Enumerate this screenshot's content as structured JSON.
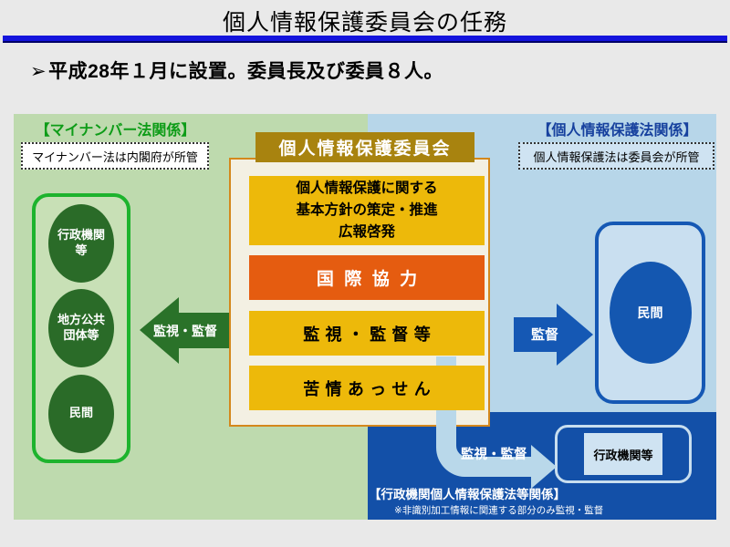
{
  "slide": {
    "title": "個人情報保護委員会の任務",
    "bullet_marker": "➢",
    "bullet_text": "平成28年１月に設置。委員長及び委員８人。"
  },
  "mynumber_section": {
    "header": "【マイナンバー法関係】",
    "note": "マイナンバー法は内閣府が所管",
    "entities": [
      "行政機関等",
      "地方公共団体等",
      "民間"
    ],
    "arrow_label": "監視・監督"
  },
  "committee": {
    "header": "個人情報保護委員会",
    "task_policy_lines": [
      "個人情報保護に関する",
      "基本方針の策定・推進",
      "広報啓発"
    ],
    "task_international": "国際協力",
    "task_monitoring": "監視・監督等",
    "task_complaints": "苦情あっせん"
  },
  "ppc_law_section": {
    "header": "【個人情報保護法関係】",
    "note": "個人情報保護法は委員会が所管",
    "arrow_label": "監督",
    "entity": "民間"
  },
  "admin_law_section": {
    "arrow_label": "監視・監督",
    "entity": "行政機関等",
    "header": "【行政機関個人情報保護法等関係】",
    "note": "※非識別加工情報に関連する部分のみ監視・監督"
  },
  "colors": {
    "title_rule_blue": "#1414dd",
    "title_rule_navy": "#000066",
    "panel_green": "#bedaae",
    "panel_blue": "#b7d6e9",
    "panel_dark_blue": "#1350a8",
    "entity_dark_green": "#2a6b28",
    "group_border_green": "#1db32d",
    "header_gold": "#a8830f",
    "task_yellow": "#edb90a",
    "task_orange": "#e55c10",
    "arrow_dark_blue": "#1558b4",
    "light_blue_fill": "#cfe3f2",
    "cream_panel": "#f3f0e3",
    "cream_border": "#d4881c",
    "header_green_text": "#0d9c17",
    "header_blue_text": "#17419e"
  }
}
